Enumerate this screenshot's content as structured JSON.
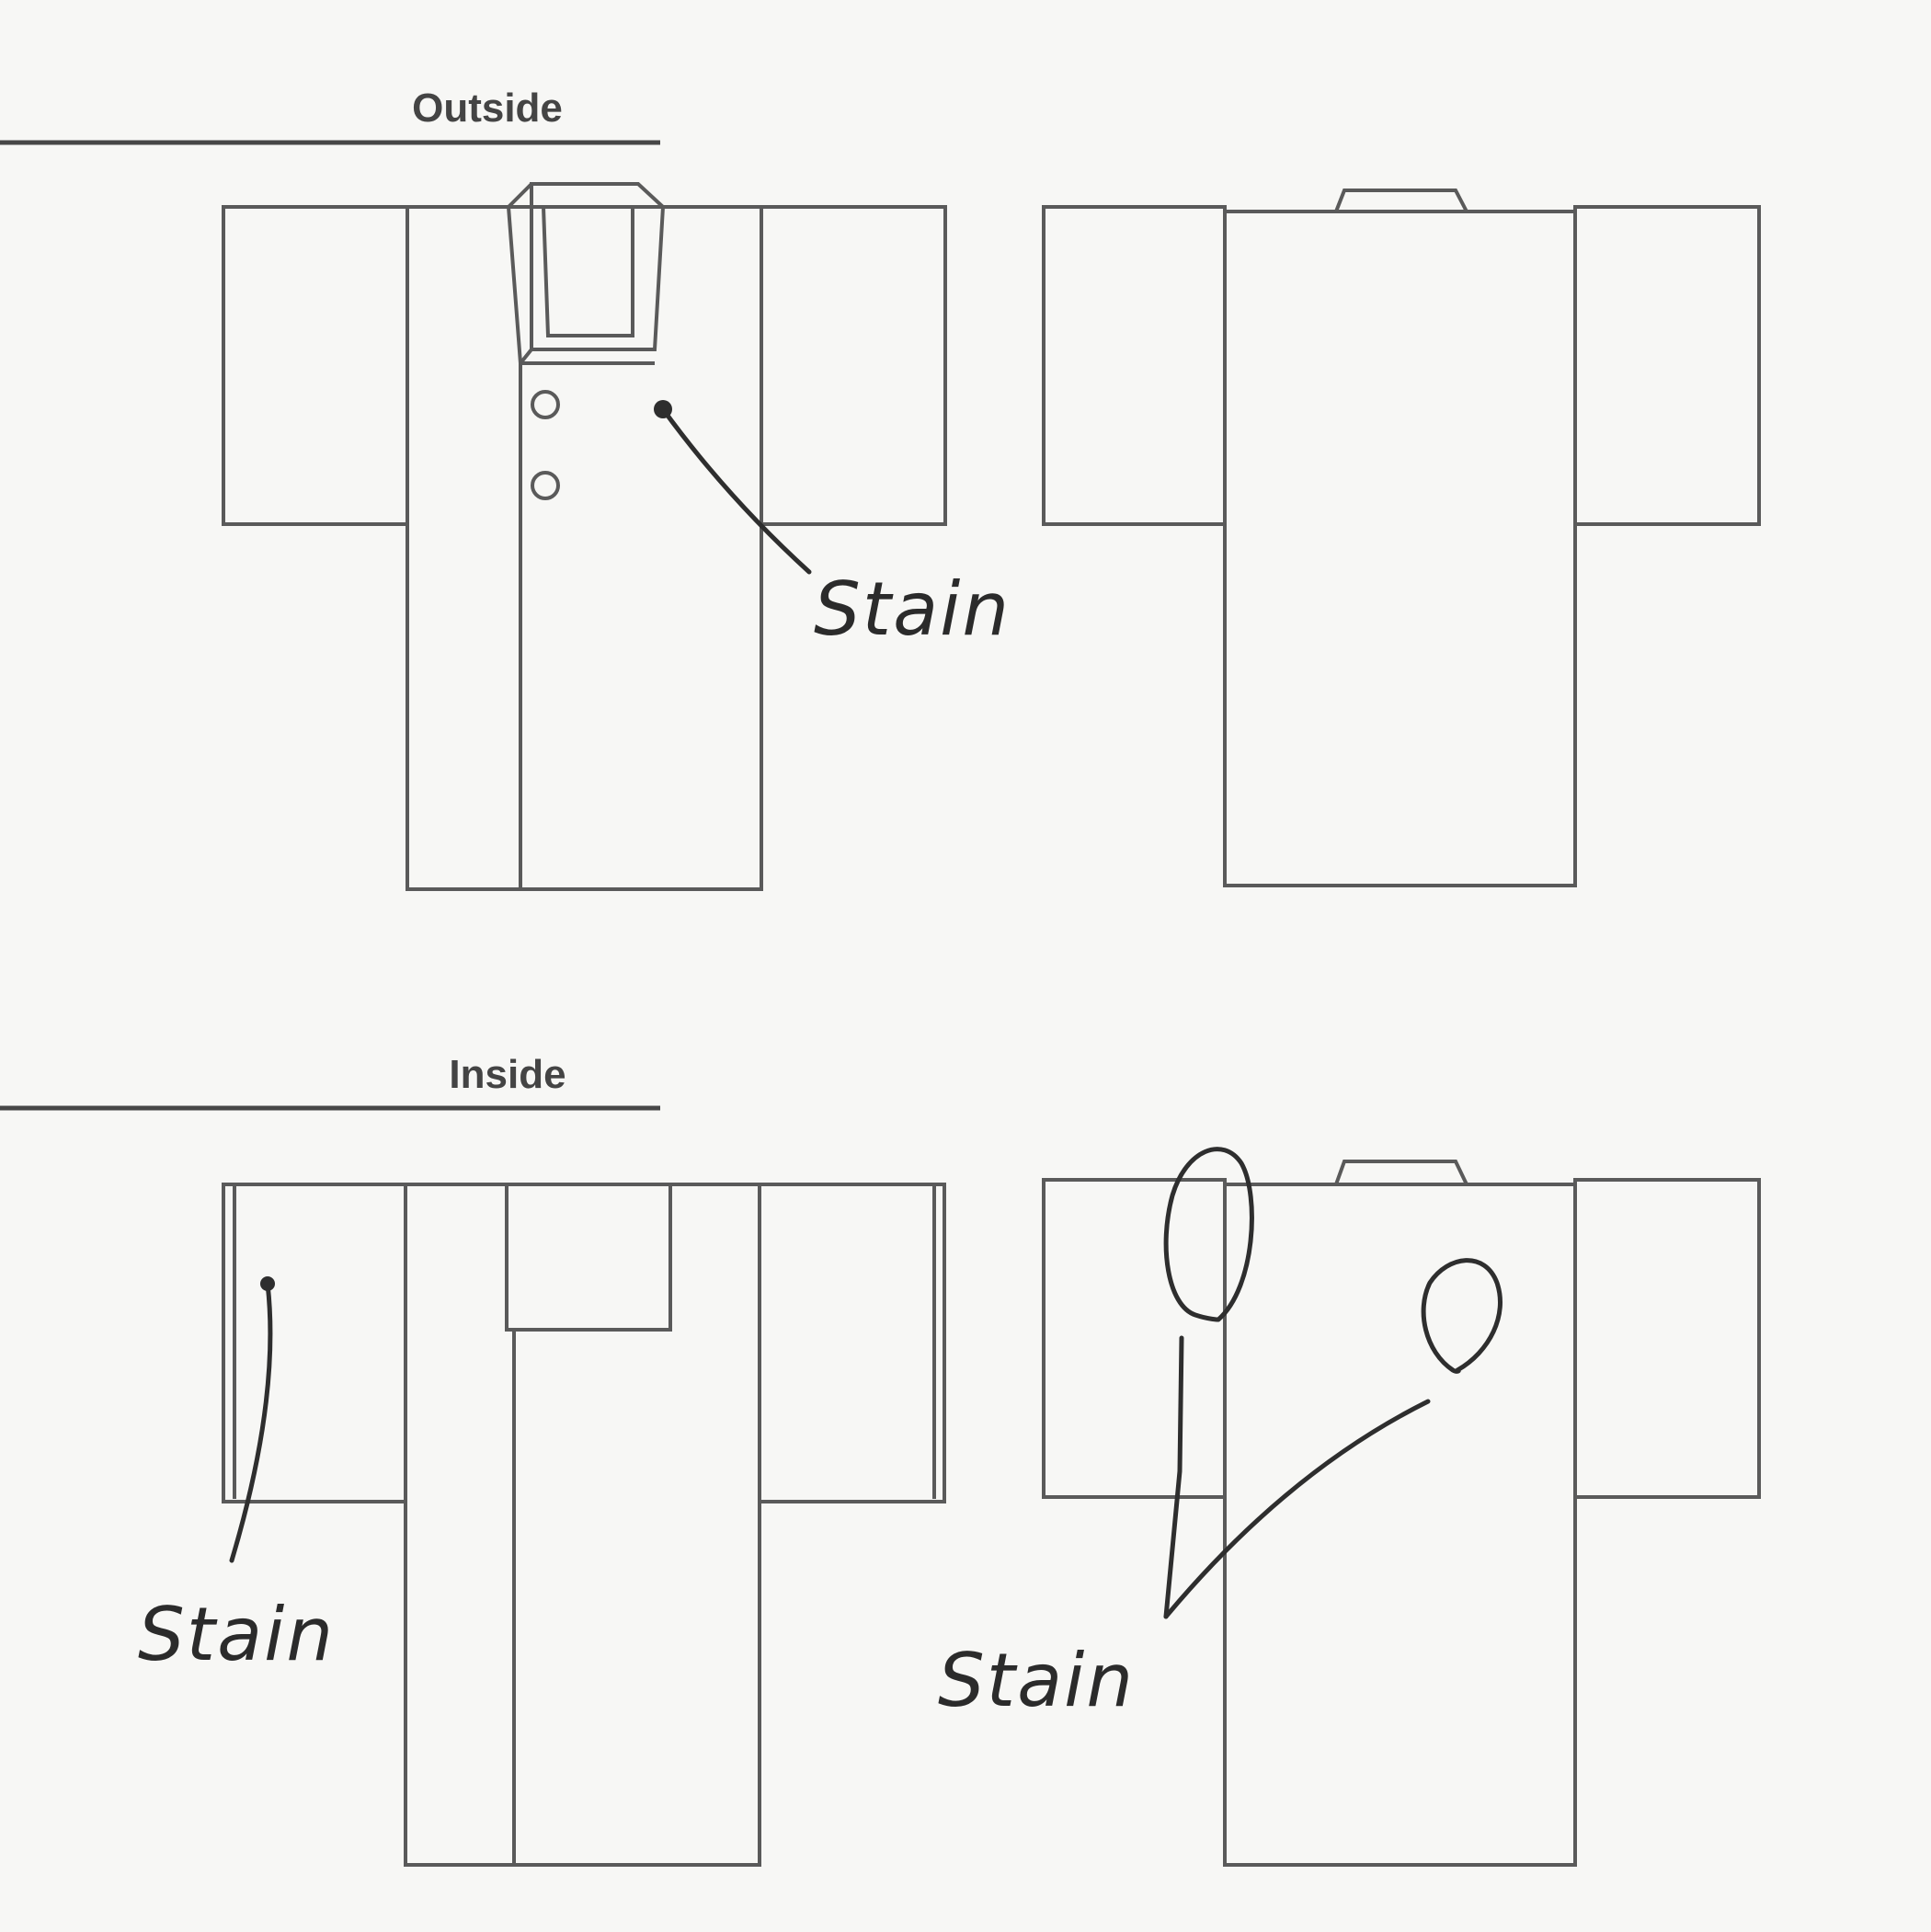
{
  "sections": {
    "outside": {
      "title": "Outside"
    },
    "inside": {
      "title": "Inside"
    }
  },
  "annotations": {
    "outside_front": "Stain",
    "inside_front": "Stain",
    "inside_back": "Stain"
  },
  "colors": {
    "background": "#f7f7f5",
    "garment_outline": "#5a5a5a",
    "pen_ink": "#2e2e2e"
  }
}
